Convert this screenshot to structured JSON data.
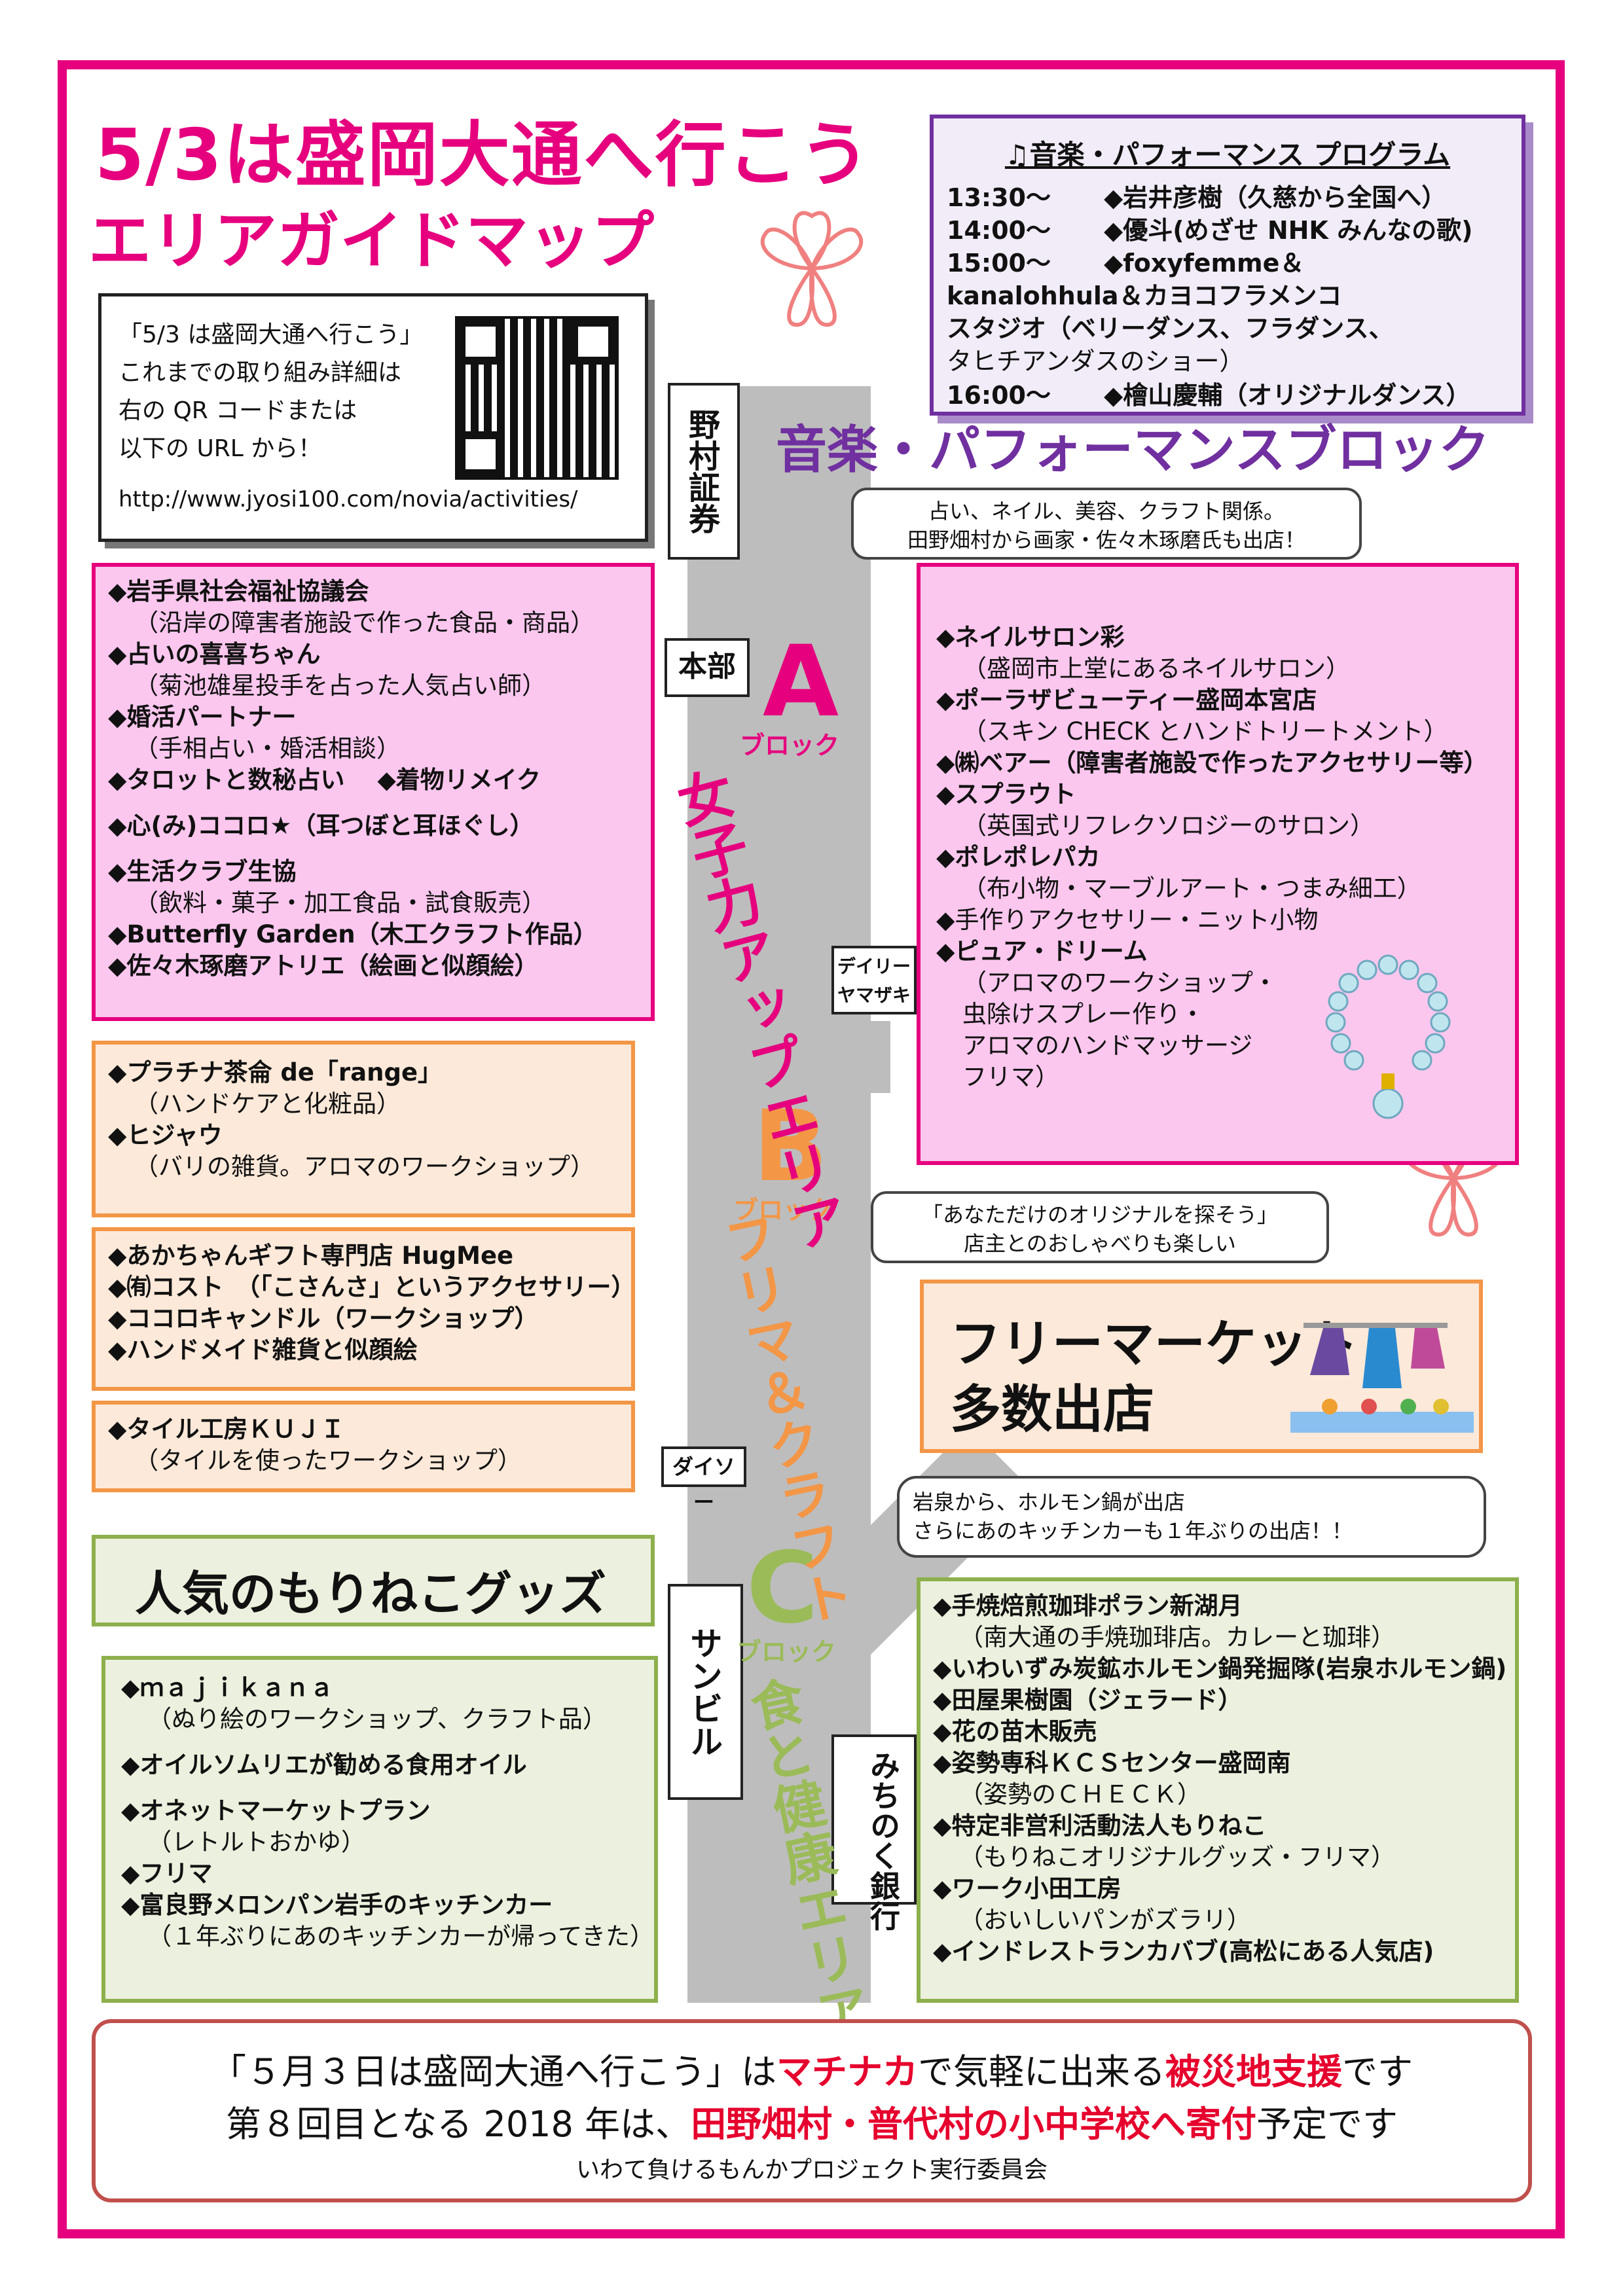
{
  "header": {
    "title_line1": "5/3は盛岡大通へ行こう",
    "title_line2": "エリアガイドマップ"
  },
  "info": {
    "lines": [
      "「5/3 は盛岡大通へ行こう」",
      "これまでの取り組み詳細は",
      "右の QR コードまたは",
      "以下の URL から！"
    ],
    "url": "http://www.jyosi100.com/novia/activities/"
  },
  "program": {
    "title": "♫音楽・パフォーマンス プログラム",
    "rows": [
      {
        "time": "13:30～",
        "text": "◆岩井彦樹（久慈から全国へ）"
      },
      {
        "time": "14:00～",
        "text": "◆優斗(めざせ NHK みんなの歌)"
      },
      {
        "time": "15:00～",
        "text": "◆foxyfemme＆"
      },
      {
        "time": "",
        "text": "kanalohhula＆カヨコフラメンコ"
      },
      {
        "time": "",
        "text": "スタジオ（ベリーダンス、フラダンス、"
      },
      {
        "time": "",
        "text": "タヒチアンダスのショー）"
      },
      {
        "time": "16:00～",
        "text": "◆檜山慶輔（オリジナルダンス）"
      }
    ]
  },
  "music_block": "音楽・パフォーマンスブロック",
  "landmarks": {
    "nomura": "野村証券",
    "honbu": "本部",
    "daily": "デイリーヤマザキ",
    "daiso": "ダイソー",
    "sunbill": "サンビル",
    "michinoku": "みちのく銀行"
  },
  "blocks": {
    "a": "A",
    "b": "B",
    "c": "C",
    "suffix": "ブロック",
    "a_area": "女子力アップエリア",
    "b_area": "フリマ＆クラフト",
    "c_area": "食と健康エリア"
  },
  "bubbles": {
    "a": [
      "占い、ネイル、美容、クラフト関係。",
      "田野畑村から画家・佐々木琢磨氏も出店！"
    ],
    "b": [
      "「あなただけのオリジナルを探そう」",
      "店主とのおしゃべりも楽しい"
    ],
    "c": [
      "岩泉から、ホルモン鍋が出店",
      "さらにあのキッチンカーも１年ぶりの出店！！"
    ]
  },
  "a_left": [
    [
      "b",
      "◆岩手県社会福祉協議会"
    ],
    [
      "s",
      "（沿岸の障害者施設で作った食品・商品）"
    ],
    [
      "b",
      "◆占いの喜喜ちゃん"
    ],
    [
      "s",
      "（菊池雄星投手を占った人気占い師）"
    ],
    [
      "b",
      "◆婚活パートナー"
    ],
    [
      "s",
      "（手相占い・婚活相談）"
    ],
    [
      "b",
      "◆タロットと数秘占い　 ◆着物リメイク"
    ],
    [
      "g",
      ""
    ],
    [
      "b",
      "◆心(み)ココロ★（耳つぼと耳ほぐし）"
    ],
    [
      "g",
      ""
    ],
    [
      "b",
      "◆生活クラブ生協"
    ],
    [
      "s",
      "（飲料・菓子・加工食品・試食販売）"
    ],
    [
      "b",
      "◆Butterfly Garden（木工クラフト作品）"
    ],
    [
      "b",
      "◆佐々木琢磨アトリエ（絵画と似顔絵）"
    ]
  ],
  "a_right": [
    [
      "b",
      "◆ネイルサロン彩"
    ],
    [
      "s",
      "（盛岡市上堂にあるネイルサロン）"
    ],
    [
      "b",
      "◆ポーラザビューティー盛岡本宮店"
    ],
    [
      "s",
      "（スキン CHECK とハンドトリートメント）"
    ],
    [
      "b",
      "◆㈱ベアー（障害者施設で作ったアクセサリー等）"
    ],
    [
      "b",
      "◆スプラウト"
    ],
    [
      "s",
      "（英国式リフレクソロジーのサロン）"
    ],
    [
      "b",
      "◆ポレポレパカ"
    ],
    [
      "s",
      "（布小物・マーブルアート・つまみ細工）"
    ],
    [
      "n",
      "◆手作りアクセサリー・ニット小物"
    ],
    [
      "b",
      "◆ピュア・ドリーム"
    ],
    [
      "s",
      "（アロマのワークショップ・"
    ],
    [
      "s",
      "虫除けスプレー作り・"
    ],
    [
      "s",
      "アロマのハンドマッサージ"
    ],
    [
      "s",
      "フリマ）"
    ]
  ],
  "b_box1": [
    [
      "b",
      "◆プラチナ茶侖 de「range」"
    ],
    [
      "s",
      "（ハンドケアと化粧品）"
    ],
    [
      "b",
      "◆ヒジャウ"
    ],
    [
      "s",
      "（バリの雑貨。アロマのワークショップ）"
    ]
  ],
  "b_box2": [
    [
      "b",
      "◆あかちゃんギフト専門店 HugMee"
    ],
    [
      "b",
      "◆㈲コスト　（「こさんさ」というアクセサリー）"
    ],
    [
      "b",
      "◆ココロキャンドル（ワークショップ）"
    ],
    [
      "b",
      "◆ハンドメイド雑貨と似顔絵"
    ]
  ],
  "b_box3": [
    [
      "b",
      "◆タイル工房ＫＵＪＩ"
    ],
    [
      "s",
      "（タイルを使ったワークショップ）"
    ]
  ],
  "flea": [
    "フリーマーケット",
    "多数出店"
  ],
  "morineko": "人気のもりねこグッズ",
  "c_left": [
    [
      "b",
      "◆ｍａｊｉｋａｎａ"
    ],
    [
      "s",
      "（ぬり絵のワークショップ、クラフト品）"
    ],
    [
      "g",
      ""
    ],
    [
      "b",
      "◆オイルソムリエが勧める食用オイル"
    ],
    [
      "g",
      ""
    ],
    [
      "b",
      "◆オネットマーケットプラン"
    ],
    [
      "s",
      "（レトルトおかゆ）"
    ],
    [
      "b",
      "◆フリマ"
    ],
    [
      "b",
      "◆富良野メロンパン岩手のキッチンカー"
    ],
    [
      "s",
      "（１年ぶりにあのキッチンカーが帰ってきた）"
    ]
  ],
  "c_right": [
    [
      "b",
      "◆手焼焙煎珈琲ポラン新湖月"
    ],
    [
      "s",
      "（南大通の手焼珈琲店。カレーと珈琲）"
    ],
    [
      "b",
      "◆いわいずみ炭鉱ホルモン鍋発掘隊(岩泉ホルモン鍋)"
    ],
    [
      "b",
      "◆田屋果樹園（ジェラード）"
    ],
    [
      "b",
      "◆花の苗木販売"
    ],
    [
      "b",
      "◆姿勢専科ＫＣＳセンター盛岡南"
    ],
    [
      "s",
      "（姿勢のＣＨＥＣＫ）"
    ],
    [
      "b",
      "◆特定非営利活動法人もりねこ"
    ],
    [
      "s",
      "（もりねこオリジナルグッズ・フリマ）"
    ],
    [
      "b",
      "◆ワーク小田工房"
    ],
    [
      "s",
      "（おいしいパンがズラリ）"
    ],
    [
      "b",
      "◆インドレストランカバブ(高松にある人気店)"
    ]
  ],
  "footer": {
    "l1a": "「５月３日は盛岡大通へ行こう」は",
    "l1b": "マチナカ",
    "l1c": "で気軽に出来る",
    "l1d": "被災地支援",
    "l1e": "です",
    "l2a": "第８回目となる 2018 年は、",
    "l2b": "田野畑村・普代村の小中学校へ寄付",
    "l2c": "予定です",
    "org": "いわて負けるもんかプロジェクト実行委員会"
  },
  "colors": {
    "pink": "#e6007e",
    "purple": "#7030a0",
    "orange": "#f39646",
    "green": "#8db04c",
    "red": "#e6002d"
  }
}
